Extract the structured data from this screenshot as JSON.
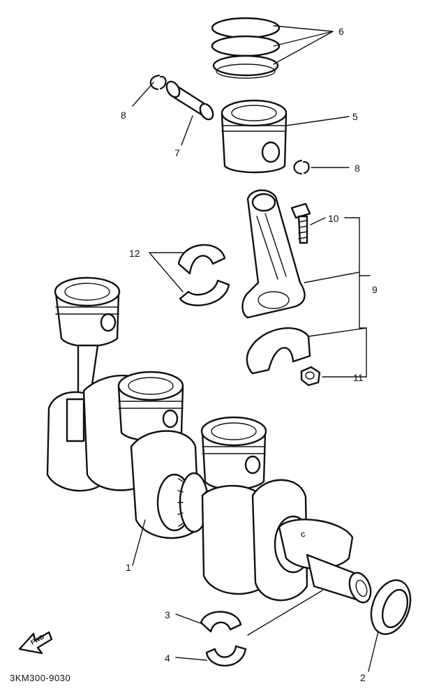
{
  "callouts": {
    "c1": "1",
    "c2": "2",
    "c3": "3",
    "c4": "4",
    "c5": "5",
    "c6": "6",
    "c7": "7",
    "c8a": "8",
    "c8b": "8",
    "c9": "9",
    "c10": "10",
    "c11": "11",
    "c12": "12"
  },
  "fwd_label": "FWD",
  "diagram_code": "3KM300-9030"
}
